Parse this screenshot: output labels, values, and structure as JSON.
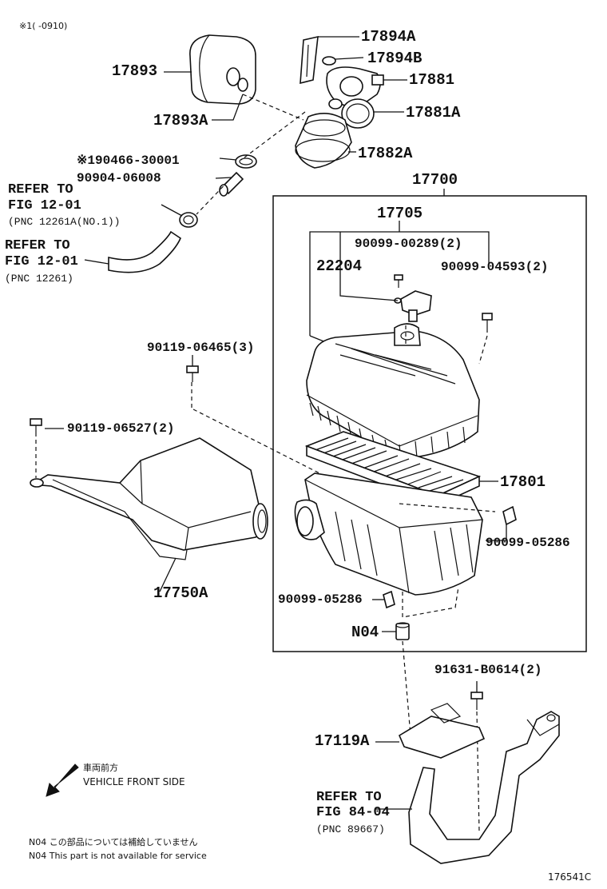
{
  "header": {
    "footnote": "※1(   -0910)"
  },
  "labels": {
    "p17894A": "17894A",
    "p17894B": "17894B",
    "p17893": "17893",
    "p17881": "17881",
    "p17893A": "17893A",
    "p17881A": "17881A",
    "p90466": "※190466-30001",
    "p17882A": "17882A",
    "p90904": "90904-06008",
    "p17700": "17700",
    "ref1_line1": "REFER TO",
    "ref1_line2": "FIG 12-01",
    "ref1_line3": "(PNC 12261A(NO.1))",
    "p17705": "17705",
    "ref2_line1": "REFER TO",
    "ref2_line2": "FIG 12-01",
    "ref2_line3": "(PNC 12261)",
    "p90099_00289": "90099-00289(2)",
    "p22204": "22204",
    "p90099_04593": "90099-04593(2)",
    "p90119_06465": "90119-06465(3)",
    "p90119_06527": "90119-06527(2)",
    "p17801": "17801",
    "p90099_05286_r": "90099-05286",
    "p17750A": "17750A",
    "p90099_05286_l": "90099-05286",
    "pN04": "N04",
    "p91631": "91631-B0614(2)",
    "p17119A": "17119A",
    "ref3_line1": "REFER TO",
    "ref3_line2": "FIG 84-04",
    "ref3_line3": "(PNC 89667)"
  },
  "legend": {
    "jp": "車両前方",
    "en": "VEHICLE FRONT SIDE"
  },
  "notes": {
    "jp": "N04  この部品については補給していません",
    "en": "N04  This part is not available for service"
  },
  "figure_id": "176541C"
}
